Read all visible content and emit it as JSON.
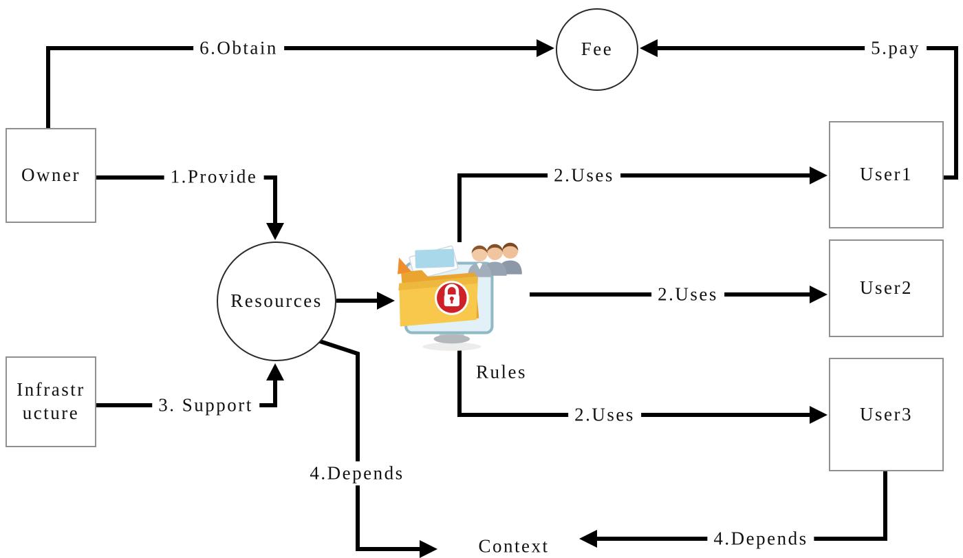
{
  "nodes": {
    "fee": {
      "label": "Fee"
    },
    "owner": {
      "label": "Owner"
    },
    "resources": {
      "label": "Resources"
    },
    "infrastructure": {
      "lines": [
        "Infrastr",
        "ucture"
      ]
    },
    "user1": {
      "label": "User1"
    },
    "user2": {
      "label": "User2"
    },
    "user3": {
      "label": "User3"
    }
  },
  "labels": {
    "obtain": "6.Obtain",
    "pay": "5.pay",
    "provide": "1.Provide",
    "uses_top": "2.Uses",
    "uses_middle": "2.Uses",
    "uses_bottom": "2.Uses",
    "support": "3. Support",
    "depends_left": "4.Depends",
    "depends_right": "4.Depends",
    "rules": "Rules",
    "context": "Context"
  },
  "icon": {
    "name": "secure-shared-resources"
  },
  "colors": {
    "line": "#000000",
    "background": "#ffffff",
    "lock_badge": "#cd2127",
    "folder": "#f7c84c"
  }
}
